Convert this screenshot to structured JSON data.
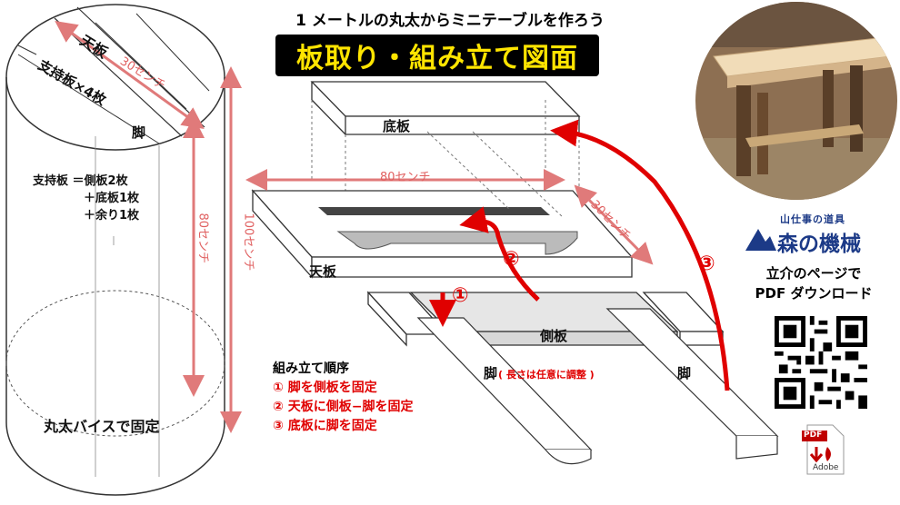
{
  "header": {
    "subtitle": "1 メートルの丸太からミニテーブルを作ろう",
    "title": "板取り・組み立て図面"
  },
  "log": {
    "top_board": "天板",
    "support_boards": "支持板×4枚",
    "width": "30センチ",
    "leg": "脚",
    "support_note_1": "支持板 ＝側板2枚",
    "support_note_2": "＋底板1枚",
    "support_note_3": "＋余り1枚",
    "height_80": "80センチ",
    "height_100": "100センチ",
    "fix_note": "丸太バイスで固定"
  },
  "assembly": {
    "bottom_board": "底板",
    "length_80": "80センチ",
    "width_30": "30センチ",
    "top_board": "天板",
    "side_board": "側板",
    "leg_left": "脚",
    "leg_left_note": "( 長さは任意に調整 )",
    "leg_right": "脚",
    "step1": "①",
    "step2": "②",
    "step3": "③"
  },
  "order": {
    "title": "組み立て順序",
    "steps": [
      {
        "num": "①",
        "text": "脚を側板を固定"
      },
      {
        "num": "②",
        "text": "天板に側板−脚を固定"
      },
      {
        "num": "③",
        "text": "底板に脚を固定"
      }
    ]
  },
  "brand": {
    "small": "山仕事の道具",
    "big": "森の機械",
    "color": "#1c3a87"
  },
  "download": {
    "line1": "立介のページで",
    "line2": "PDF ダウンロード",
    "pdf_label": "PDF",
    "adobe_label": "Adobe"
  },
  "colors": {
    "accent_red": "#e00000",
    "dimension_pink": "#e07a7a",
    "title_yellow": "#ffe500"
  }
}
